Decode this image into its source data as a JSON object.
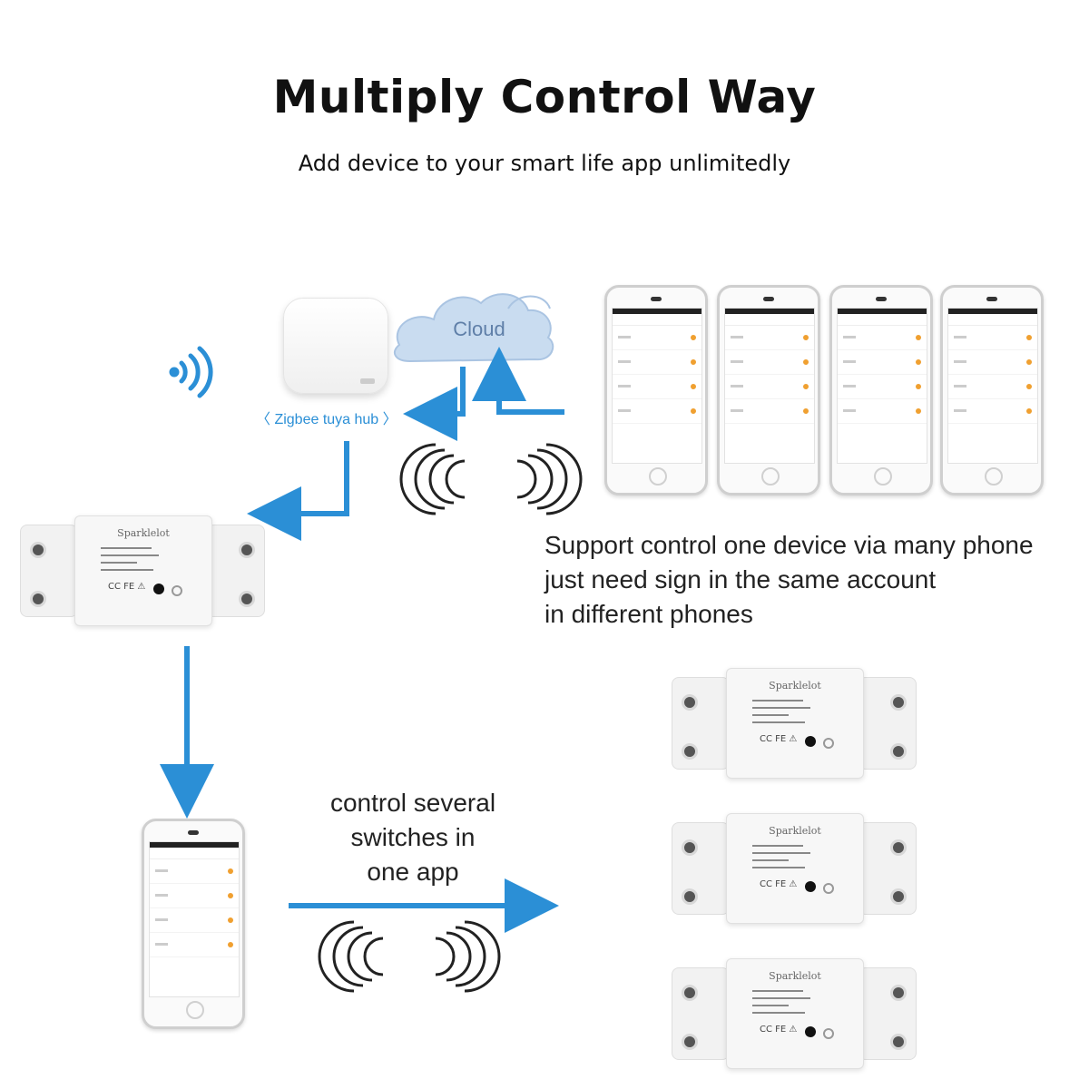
{
  "header": {
    "title": "Multiply Control Way",
    "subtitle": "Add device to your smart life app unlimitedly"
  },
  "diagram": {
    "cloud_label": "Cloud",
    "hub_label": "〈 Zigbee tuya hub 〉",
    "multi_phone_note": {
      "line1": "Support control one device via many phone",
      "line2": "just need sign in the same account",
      "line3": "in different phones"
    },
    "several_switch_note": {
      "line1": "control several",
      "line2": "switches in",
      "line3": "one app"
    },
    "switch_brand": "Sparklelot",
    "switch_marks": "CC FE ⚠"
  },
  "colors": {
    "arrow": "#2b8fd6",
    "wave": "#222222",
    "phone_toggle": "#f0a030",
    "cloud": "#c9dcf0"
  }
}
